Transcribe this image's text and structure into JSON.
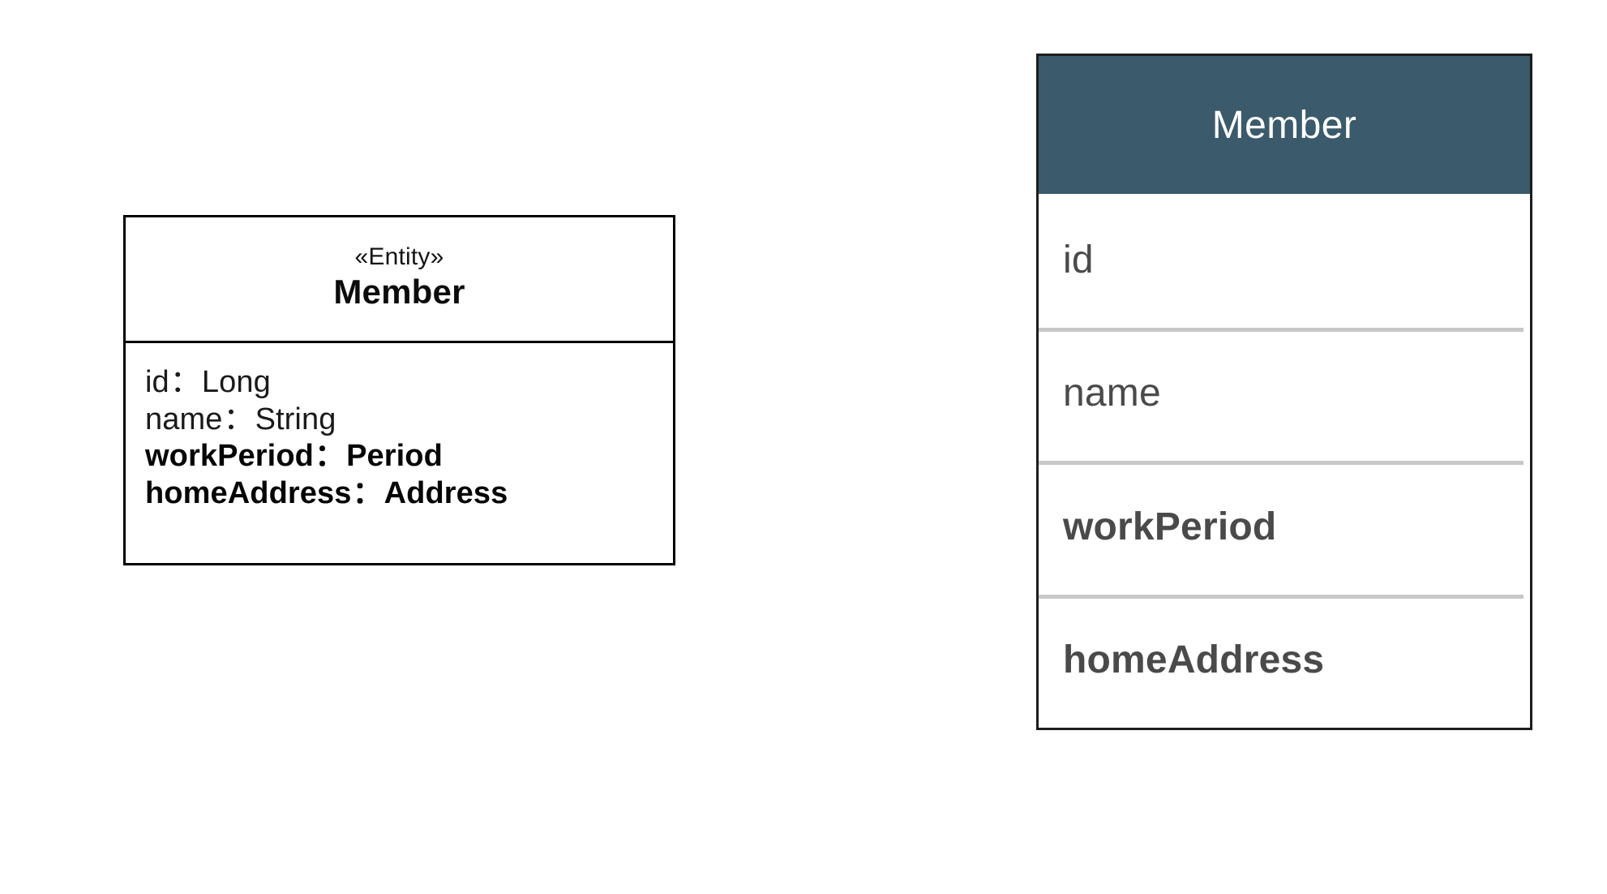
{
  "uml_class": {
    "stereotype": "«Entity»",
    "name": "Member",
    "separator": "：",
    "attributes": [
      {
        "name": "id",
        "type": "Long",
        "bold": false
      },
      {
        "name": "name",
        "type": "String",
        "bold": false
      },
      {
        "name": "workPeriod",
        "type": "Period",
        "bold": true
      },
      {
        "name": "homeAddress",
        "type": "Address",
        "bold": true
      }
    ]
  },
  "db_table": {
    "title": "Member",
    "header_background": "#3b5a6b",
    "header_text_color": "#ffffff",
    "border_color": "#1d1d1d",
    "row_divider_color": "#c8c8c8",
    "row_text_color": "#4a4a4a",
    "rows": [
      {
        "label": "id",
        "bold": false
      },
      {
        "label": "name",
        "bold": false
      },
      {
        "label": "workPeriod",
        "bold": true
      },
      {
        "label": "homeAddress",
        "bold": true
      }
    ]
  }
}
